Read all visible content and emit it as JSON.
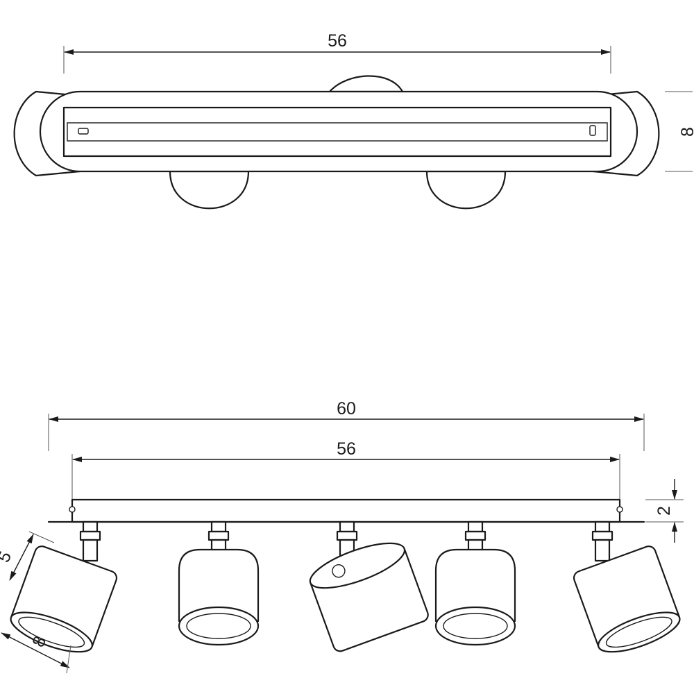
{
  "top_view": {
    "width_label": "56",
    "height_label": "8"
  },
  "front_view": {
    "overall_width_label": "60",
    "inner_width_label": "56",
    "base_height_label": "2",
    "spot_height_label": "5",
    "spot_diameter_label": "8"
  }
}
